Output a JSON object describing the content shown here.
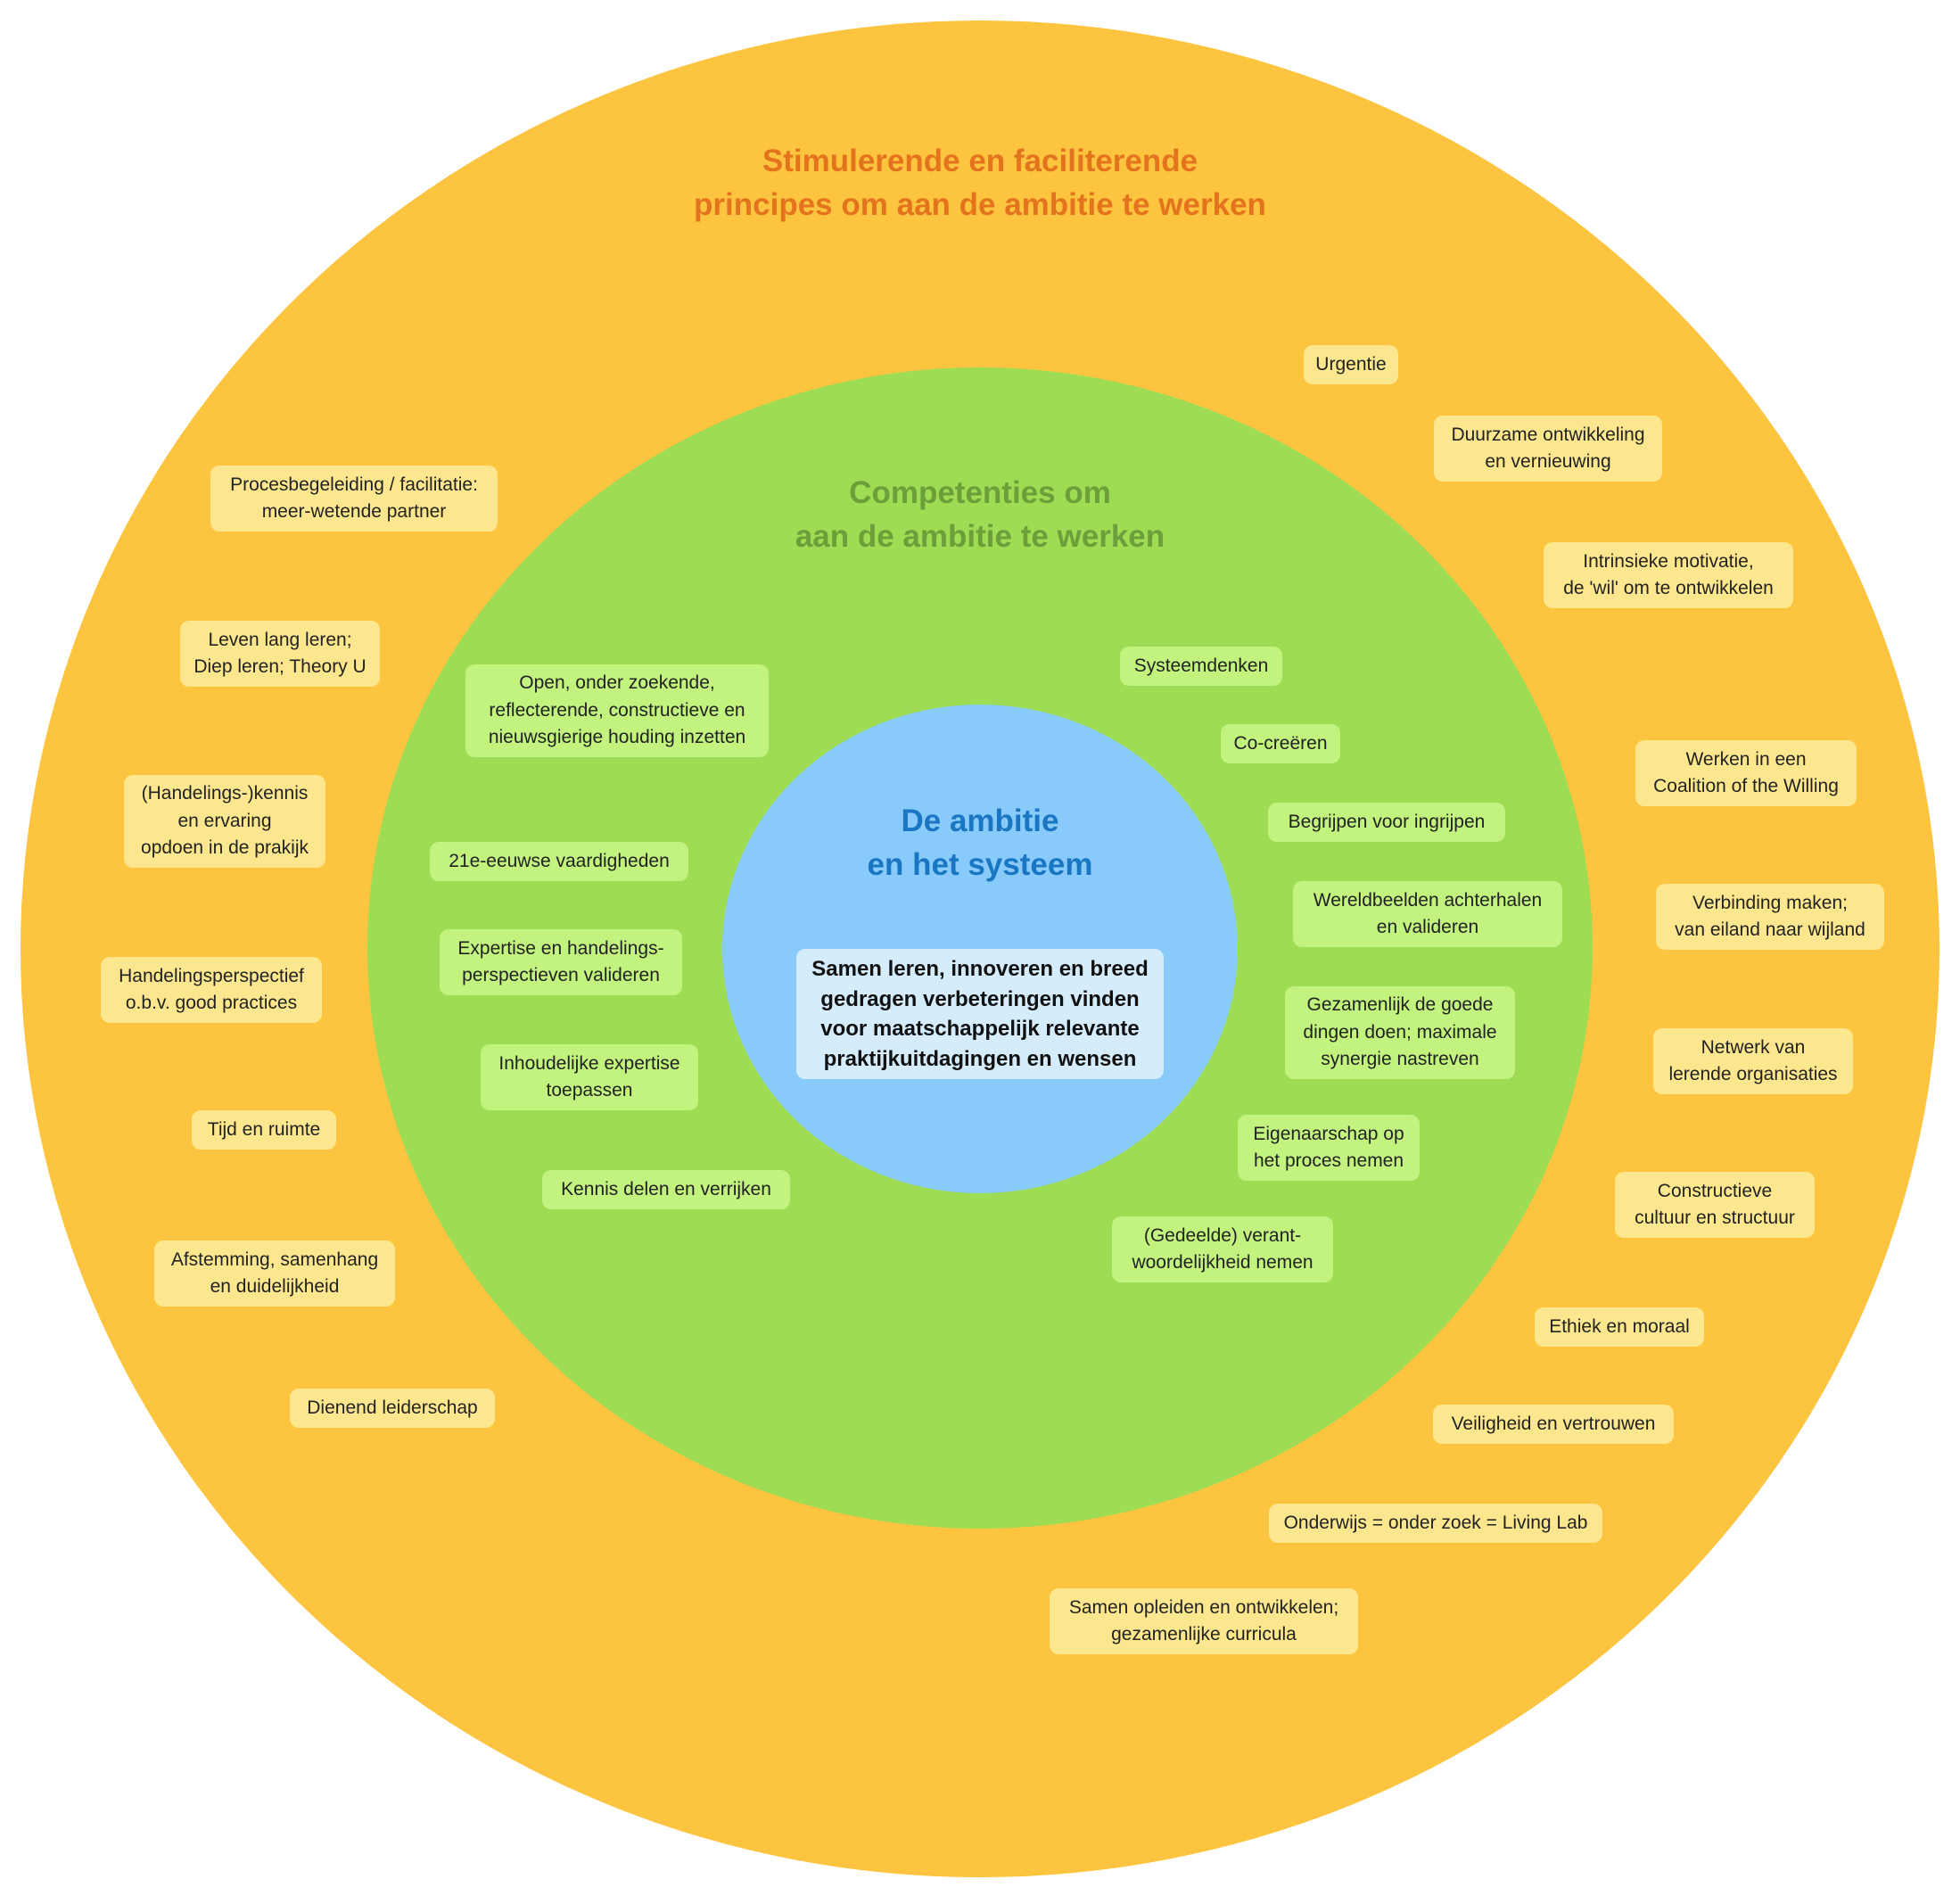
{
  "outer": {
    "title": "Stimulerende en faciliterende\nprincipes om aan de ambitie te werken",
    "items": [
      "Urgentie",
      "Duurzame  ontwikkeling\nen vernieuwing",
      "Intrinsieke motivatie,\nde 'wil' om te  ontwikkelen",
      "Werken in een\nCoalition of the Willing",
      "Verbinding maken;\nvan eiland naar wijland",
      "Netwerk van\nlerende organisaties",
      "Constructieve\ncultuur en structuur",
      "Ethiek en moraal",
      "Veiligheid en vertrouwen",
      "Onderwijs = onder zoek = Living Lab",
      "Samen opleiden  en ontwikkelen;\ngezamenlijke curricula",
      "Procesbegeleiding /  facilitatie:\nmeer-wetende partner",
      "Leven lang leren;\nDiep leren; Theory U",
      "(Handelings-)kennis\nen ervaring\nopdoen in de prakijk",
      "Handelingsperspectief\no.b.v. good practices",
      "Tijd en ruimte",
      "Afstemming,  samenhang\nen duidelijkheid",
      "Dienend leiderschap"
    ]
  },
  "middle": {
    "title": "Competenties om\naan de ambitie te werken",
    "items": [
      "Open, onder zoekende,\nreflecterende,  constructieve  en\nnieuwsgierige  houding inzetten",
      "21e-eeuwse  vaardigheden",
      "Expertise en  handelings-\nperspectieven  valideren",
      "Inhoudelijke expertise\ntoepassen",
      "Kennis delen  en verrijken",
      "Systeemdenken",
      "Co-creëren",
      "Begrijpen  voor ingrijpen",
      "Wereldbeelden  achterhalen\nen valideren",
      "Gezamenlijk de goede\ndingen  doen; maximale\nsynergie  nastreven",
      "Eigenaarschap  op\nhet proces  nemen",
      "(Gedeelde) verant-\nwoordelijkheid nemen"
    ]
  },
  "inner": {
    "title": "De ambitie\nen het systeem",
    "text": "Samen leren, innoveren en breed\ngedragen verbeteringen vinden\nvoor maatschappelijk relevante\npraktijkuitdagingen  en wensen"
  }
}
